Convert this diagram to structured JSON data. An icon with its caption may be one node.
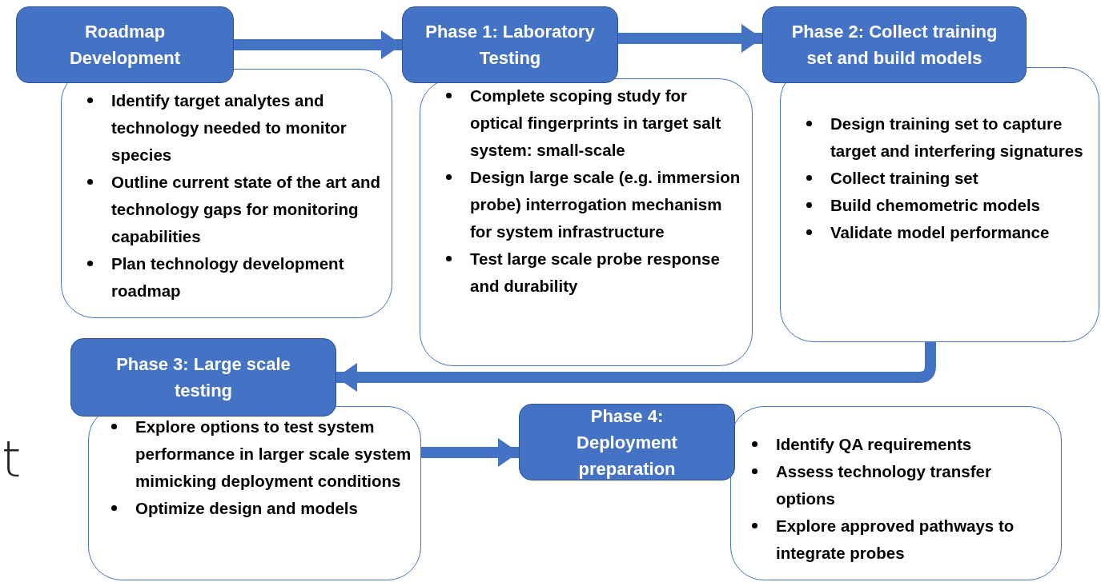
{
  "diagram": {
    "nodes": [
      {
        "text": [
          "Roadmap Development"
        ]
      },
      {
        "text": [
          "Identify target analytes and technology needed to monitor species",
          "Outline current state of the art and technology gaps for monitoring capabilities",
          "Plan technology development roadmap"
        ]
      },
      {
        "text": [
          "Phase 1: Laboratory Testing"
        ]
      },
      {
        "text": [
          "Complete scoping study for optical fingerprints in target salt system: small-scale",
          "Design large scale (e.g. immersion probe) interrogation mechanism for system infrastructure",
          "Test large scale probe response and durability"
        ]
      },
      {
        "text": [
          "Phase 2: Collect training set and build models"
        ]
      },
      {
        "text": [
          "Design training set to capture target and interfering signatures",
          "Collect training set",
          "Build chemometric models",
          "Validate model performance"
        ]
      },
      {
        "text": [
          "Phase 3: Large scale testing"
        ]
      },
      {
        "text": [
          "Explore options to test system performance in larger scale system mimicking deployment conditions",
          "Optimize design and models"
        ]
      },
      {
        "text": [
          "Phase 4: Deployment preparation"
        ]
      },
      {
        "text": [
          "Identify QA requirements",
          "Assess technology transfer options",
          "Explore approved pathways to integrate probes"
        ]
      }
    ],
    "edges": [
      {
        "from": 0,
        "to": 2,
        "arrow": "to"
      },
      {
        "from": 2,
        "to": 4,
        "arrow": "to"
      },
      {
        "from": 5,
        "to": 6,
        "arrow": "to"
      },
      {
        "from": 7,
        "to": 8,
        "arrow": "to"
      }
    ],
    "labels": [
      "t"
    ]
  }
}
